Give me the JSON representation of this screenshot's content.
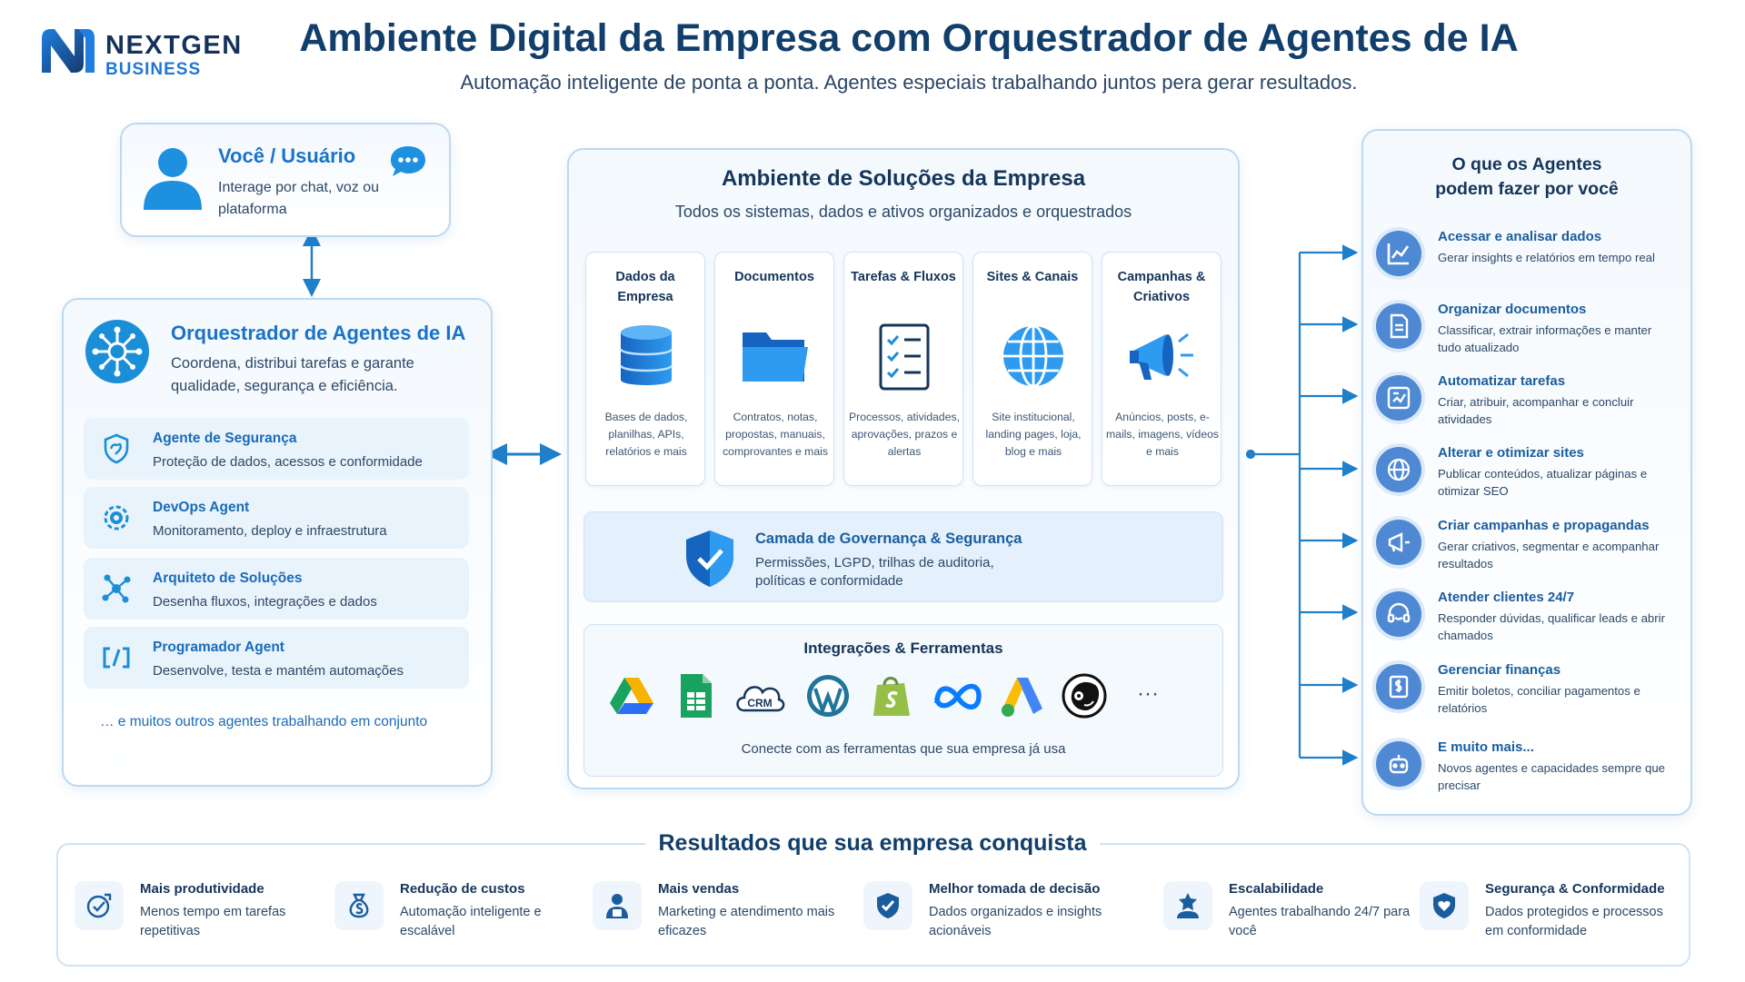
{
  "brand": {
    "line1": "NEXTGEN",
    "line2": "BUSINESS"
  },
  "header": {
    "title": "Ambiente Digital da Empresa com Orquestrador de Agentes de IA",
    "subtitle": "Automação inteligente de ponta a ponta. Agentes especiais trabalhando juntos pera gerar resultados."
  },
  "user": {
    "title": "Você / Usuário",
    "desc": "Interage por chat, voz ou plataforma"
  },
  "orchestrator": {
    "title": "Orquestrador de Agentes de IA",
    "desc": "Coordena, distribui tarefas e garante qualidade, segurança e eficiência.",
    "agents": [
      {
        "name": "Agente de Segurança",
        "desc": "Proteção de dados, acessos e conformidade",
        "icon": "security-hand-icon"
      },
      {
        "name": "DevOps Agent",
        "desc": "Monitoramento, deploy e infraestrutura",
        "icon": "devops-gear-icon"
      },
      {
        "name": "Arquiteto de Soluções",
        "desc": "Desenha fluxos, integrações e dados",
        "icon": "network-nodes-icon"
      },
      {
        "name": "Programador Agent",
        "desc": "Desenvolve, testa e mantém automações",
        "icon": "code-brackets-icon"
      }
    ],
    "more": "… e muitos outros agentes trabalhando em conjunto"
  },
  "environment": {
    "title": "Ambiente de Soluções da Empresa",
    "subtitle": "Todos os sistemas, dados e ativos organizados e orquestrados",
    "categories": [
      {
        "title": "Dados da Empresa",
        "desc": "Bases de dados, planilhas, APIs, relatórios e mais",
        "icon": "database-icon"
      },
      {
        "title": "Documentos",
        "desc": "Contratos, notas, propostas, manuais, comprovantes e mais",
        "icon": "folder-icon"
      },
      {
        "title": "Tarefas & Fluxos",
        "desc": "Processos, atividades, aprovações, prazos e alertas",
        "icon": "checklist-icon"
      },
      {
        "title": "Sites & Canais",
        "desc": "Site institucional, landing pages, loja, blog e mais",
        "icon": "globe-icon"
      },
      {
        "title": "Campanhas & Criativos",
        "desc": "Anúncios, posts, e-mails, imagens, vídeos e mais",
        "icon": "megaphone-icon"
      }
    ],
    "governance": {
      "title": "Camada de Governança & Segurança",
      "desc": "Permissões, LGPD, trilhas de auditoria, políticas e conformidade"
    },
    "integrations": {
      "title": "Integrações & Ferramentas",
      "crm_label": "CRM",
      "more": "···",
      "footer": "Conecte com as ferramentas que sua empresa já usa",
      "tools": [
        "google-drive-icon",
        "google-sheets-icon",
        "crm-cloud-icon",
        "wordpress-icon",
        "shopify-icon",
        "meta-icon",
        "google-ads-icon",
        "mailchimp-icon"
      ]
    }
  },
  "capabilities": {
    "title": "O que os Agentes podem fazer por você",
    "items": [
      {
        "name": "Acessar e analisar dados",
        "desc": "Gerar insights e relatórios em tempo real",
        "icon": "chart-icon"
      },
      {
        "name": "Organizar documentos",
        "desc": "Classificar, extrair informações e manter tudo atualizado",
        "icon": "document-icon"
      },
      {
        "name": "Automatizar tarefas",
        "desc": "Criar, atribuir, acompanhar e concluir atividades",
        "icon": "automation-icon"
      },
      {
        "name": "Alterar e otimizar sites",
        "desc": "Publicar conteúdos, atualizar páginas e otimizar SEO",
        "icon": "globe-icon"
      },
      {
        "name": "Criar campanhas e propagandas",
        "desc": "Gerar criativos, segmentar e acompanhar resultados",
        "icon": "megaphone-icon"
      },
      {
        "name": "Atender clientes 24/7",
        "desc": "Responder dúvidas, qualificar leads e abrir chamados",
        "icon": "support-icon"
      },
      {
        "name": "Gerenciar finanças",
        "desc": "Emitir boletos, conciliar pagamentos e relatórios",
        "icon": "invoice-icon"
      },
      {
        "name": "E muito mais...",
        "desc": "Novos agentes e capacidades sempre que precisar",
        "icon": "robot-icon"
      }
    ]
  },
  "results": {
    "title": "Resultados que sua empresa conquista",
    "items": [
      {
        "name": "Mais produtividade",
        "desc": "Menos tempo em tarefas repetitivas",
        "icon": "target-icon"
      },
      {
        "name": "Redução de custos",
        "desc": "Automação inteligente e escalável",
        "icon": "money-bag-icon"
      },
      {
        "name": "Mais vendas",
        "desc": "Marketing e atendimento mais eficazes",
        "icon": "sales-person-icon"
      },
      {
        "name": "Melhor tomada de decisão",
        "desc": "Dados organizados e insights acionáveis",
        "icon": "shield-check-icon"
      },
      {
        "name": "Escalabilidade",
        "desc": "Agentes trabalhando 24/7 para você",
        "icon": "team-icon"
      },
      {
        "name": "Segurança & Conformidade",
        "desc": "Dados protegidos e processos em conformidade",
        "icon": "shield-heart-icon"
      }
    ]
  },
  "colors": {
    "primary": "#1a73c8",
    "dark": "#123e6b",
    "accent": "#1e77d6",
    "panel_border": "#bcd9f0"
  }
}
